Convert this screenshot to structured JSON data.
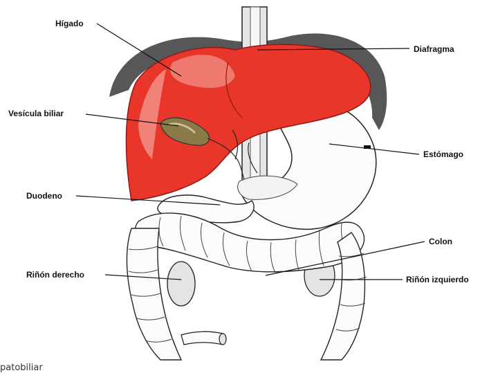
{
  "labels": {
    "higado": "Hígado",
    "diafragma": "Diafragma",
    "vesicula": "Vesícula biliar",
    "estomago": "Estómago",
    "duodeno": "Duodeno",
    "colon": "Colon",
    "rinon_derecho": "Riñón derecho",
    "rinon_izquierdo": "Riñón izquierdo"
  },
  "caption": "patobiliar",
  "colors": {
    "liver": "#e8362a",
    "liver_light": "#f0857a",
    "liver_dark": "#b51f14",
    "gallbladder": "#8a7a48",
    "outline": "#222222",
    "organ_fill": "#fbfbfb",
    "shadow": "#cfcfcf",
    "diaphragm_dark": "#3a3a3a"
  }
}
